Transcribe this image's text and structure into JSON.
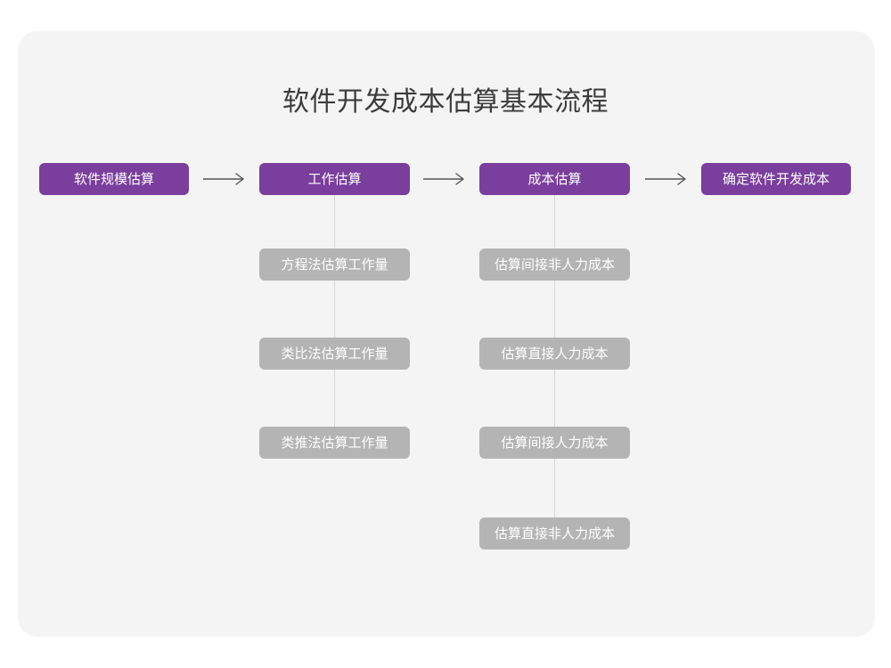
{
  "diagram": {
    "title": "软件开发成本估算基本流程",
    "colors": {
      "primary": "#7a3e9d",
      "secondary": "#b4b4b4",
      "card_background": "#f4f4f5",
      "page_background": "#ffffff",
      "title_text": "#3c3c3c",
      "node_text": "#ffffff",
      "connector": "#d8d8d8",
      "arrow": "#555555"
    },
    "main_steps": [
      {
        "label": "软件规模估算"
      },
      {
        "label": "工作估算"
      },
      {
        "label": "成本估算"
      },
      {
        "label": "确定软件开发成本"
      }
    ],
    "arrows": [
      {
        "name": "arrow-step1-to-step2"
      },
      {
        "name": "arrow-step2-to-step3"
      },
      {
        "name": "arrow-step3-to-step4"
      }
    ],
    "sub_steps": {
      "工作估算": [
        {
          "label": "方程法估算工作量"
        },
        {
          "label": "类比法估算工作量"
        },
        {
          "label": "类推法估算工作量"
        }
      ],
      "成本估算": [
        {
          "label": "估算间接非人力成本"
        },
        {
          "label": "估算直接人力成本"
        },
        {
          "label": "估算间接人力成本"
        },
        {
          "label": "估算直接非人力成本"
        }
      ]
    }
  }
}
